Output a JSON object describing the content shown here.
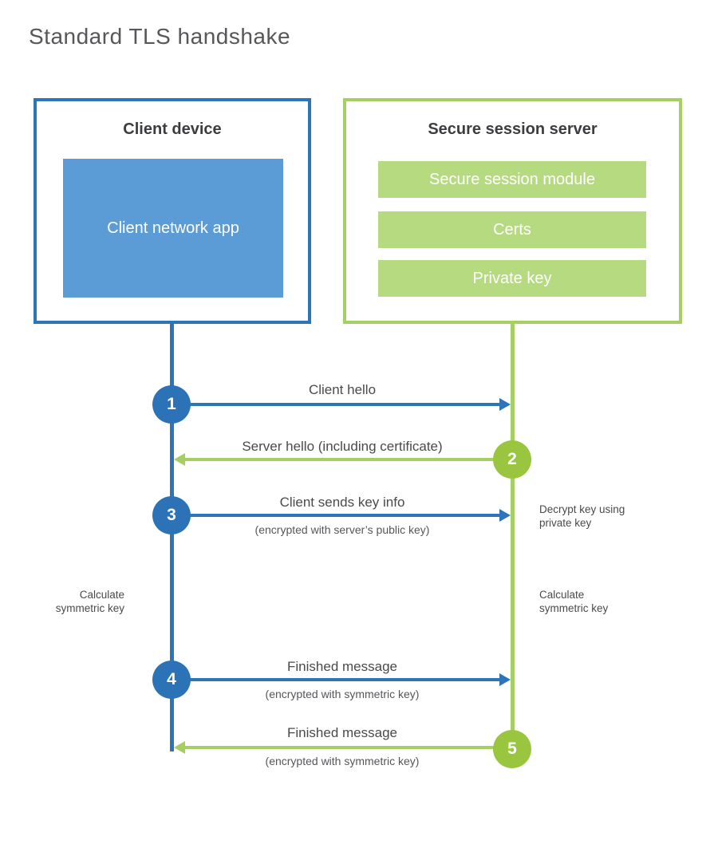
{
  "title": "Standard TLS handshake",
  "colors": {
    "blue_line": "#2E74B8",
    "blue_circle": "#2B72B7",
    "blue_fill": "#5C9CD6",
    "green_line": "#A5CF62",
    "green_circle": "#99C53F",
    "green_fill": "#B6DA80",
    "heading_text": "#3C3D40",
    "label_text": "#4A4A4B",
    "title_text": "#56575B",
    "module_text": "#FFFFFF"
  },
  "client": {
    "title": "Client device",
    "module": "Client network app"
  },
  "server": {
    "title": "Secure session server",
    "modules": [
      "Secure session module",
      "Certs",
      "Private key"
    ]
  },
  "messages": [
    {
      "num": "1",
      "from": "client",
      "to": "server",
      "label": "Client hello",
      "sublabel": ""
    },
    {
      "num": "2",
      "from": "server",
      "to": "client",
      "label": "Server hello (including certificate)",
      "sublabel": ""
    },
    {
      "num": "3",
      "from": "client",
      "to": "server",
      "label": "Client sends key info",
      "sublabel": "(encrypted with server’s public key)"
    },
    {
      "num": "4",
      "from": "client",
      "to": "server",
      "label": "Finished message",
      "sublabel": "(encrypted with symmetric key)"
    },
    {
      "num": "5",
      "from": "server",
      "to": "client",
      "label": "Finished message",
      "sublabel": "(encrypted with symmetric key)"
    }
  ],
  "side_notes": [
    {
      "text": "Decrypt key using private key",
      "side": "server"
    },
    {
      "text": "Calculate symmetric key",
      "side": "client"
    },
    {
      "text": "Calculate symmetric key",
      "side": "server"
    }
  ]
}
